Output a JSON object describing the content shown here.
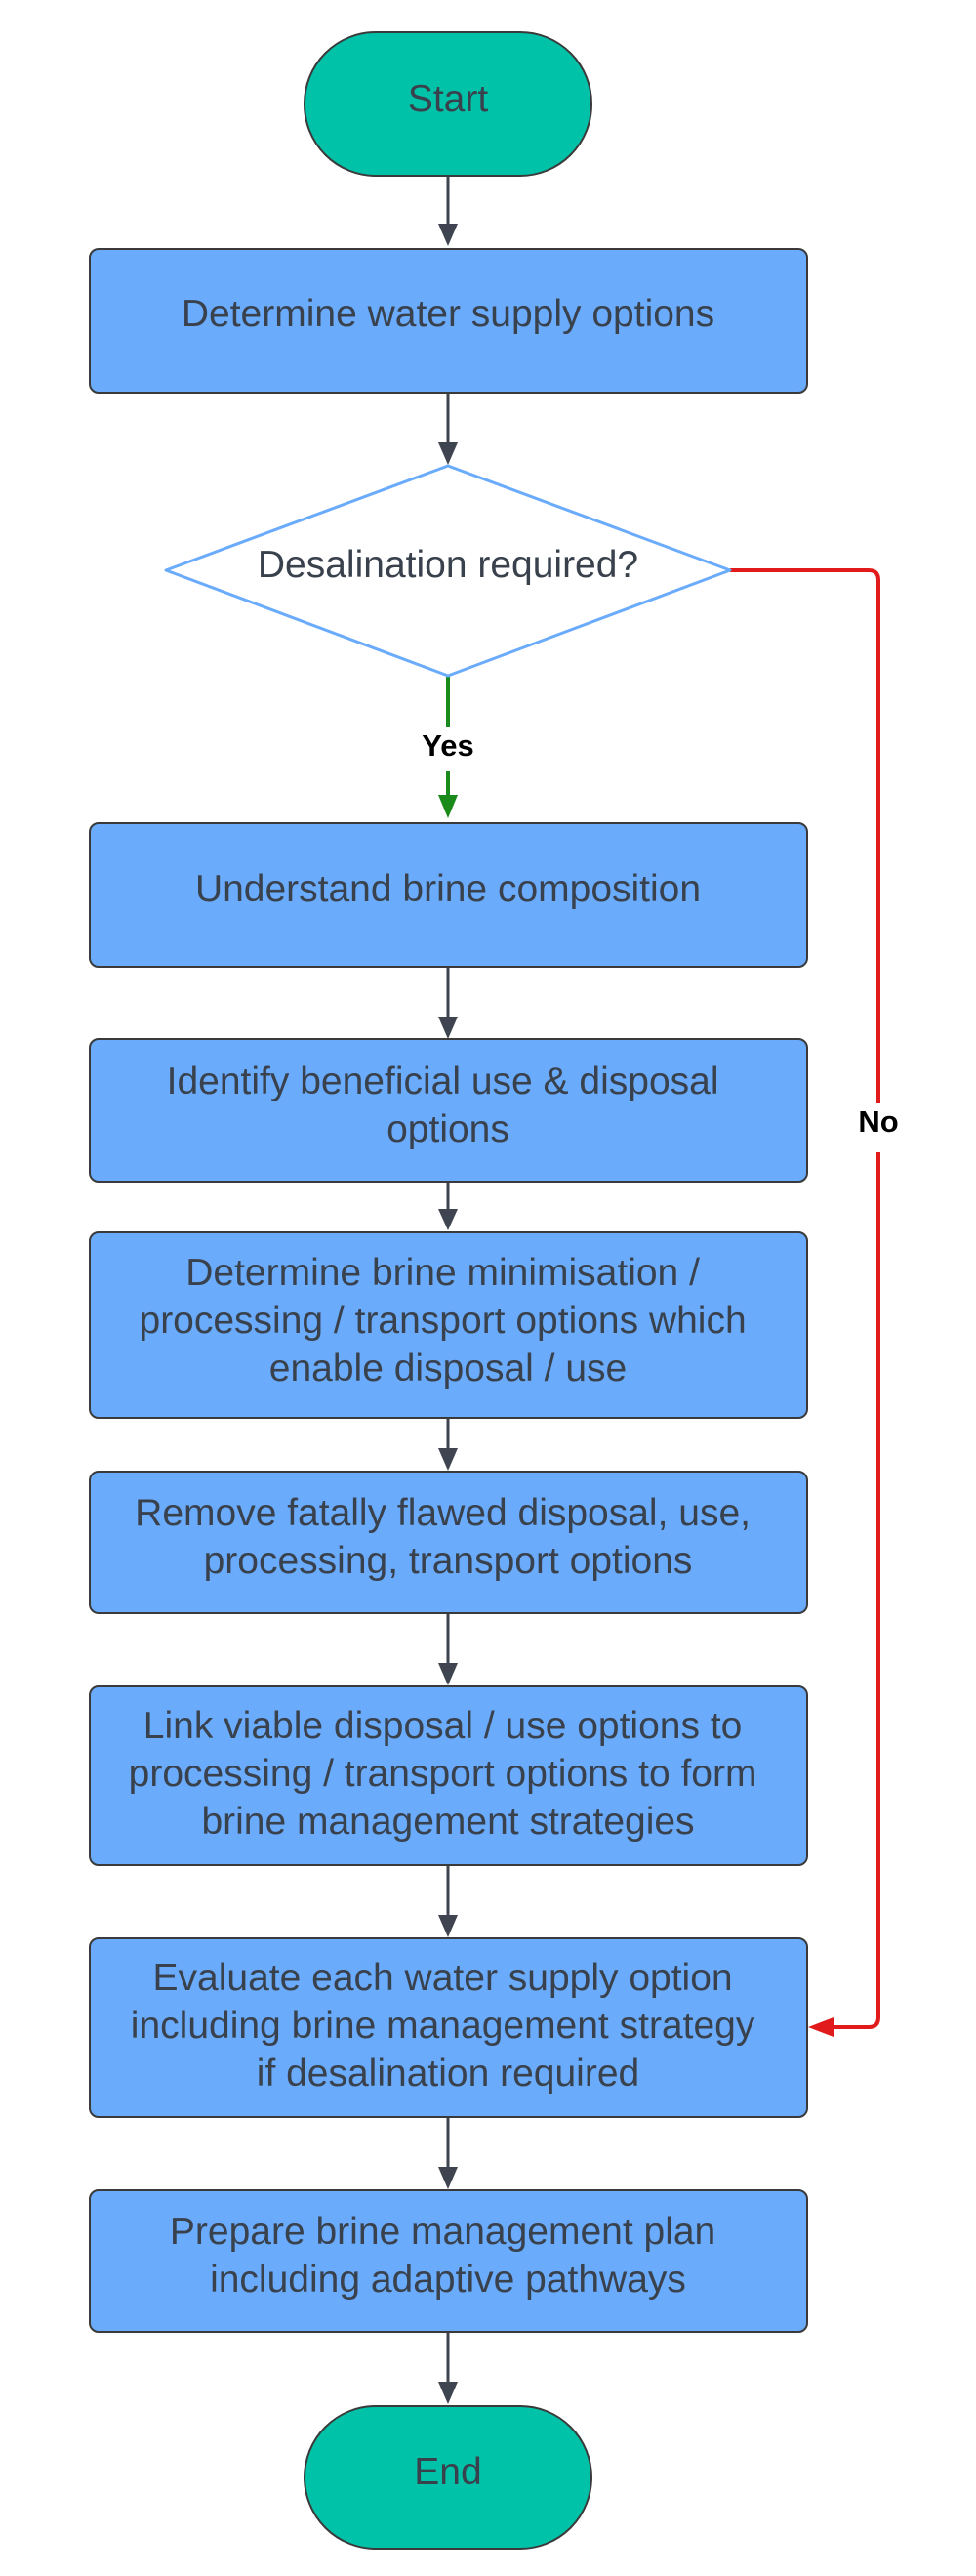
{
  "colors": {
    "terminal_fill": "#00c2a8",
    "process_fill": "#6aabfb",
    "decision_stroke": "#6aabfb",
    "decision_fill": "#ffffff",
    "node_stroke": "#3a3a3a",
    "text": "#39414d",
    "arrow": "#3f4550",
    "yes_arrow": "#1a8a1a",
    "no_arrow": "#e11b1b"
  },
  "nodes": {
    "start": {
      "lines": [
        "Start"
      ]
    },
    "step1": {
      "lines": [
        "Determine water supply options"
      ]
    },
    "decision": {
      "lines": [
        "Desalination required?"
      ]
    },
    "step2": {
      "lines": [
        "Understand brine composition"
      ]
    },
    "step3": {
      "lines": [
        "Identify beneficial use & disposal",
        "options"
      ]
    },
    "step4": {
      "lines": [
        "Determine brine minimisation /",
        "processing / transport options which",
        "enable disposal / use"
      ]
    },
    "step5": {
      "lines": [
        "Remove fatally flawed disposal, use,",
        "processing, transport options"
      ]
    },
    "step6": {
      "lines": [
        "Link viable disposal / use options to",
        "processing / transport options to form",
        "brine management strategies"
      ]
    },
    "step7": {
      "lines": [
        "Evaluate each water supply option",
        "including brine management strategy",
        "if desalination required"
      ]
    },
    "step8": {
      "lines": [
        "Prepare brine management plan",
        "including adaptive pathways"
      ]
    },
    "end": {
      "lines": [
        "End"
      ]
    }
  },
  "edges": {
    "yes_label": "Yes",
    "no_label": "No"
  }
}
